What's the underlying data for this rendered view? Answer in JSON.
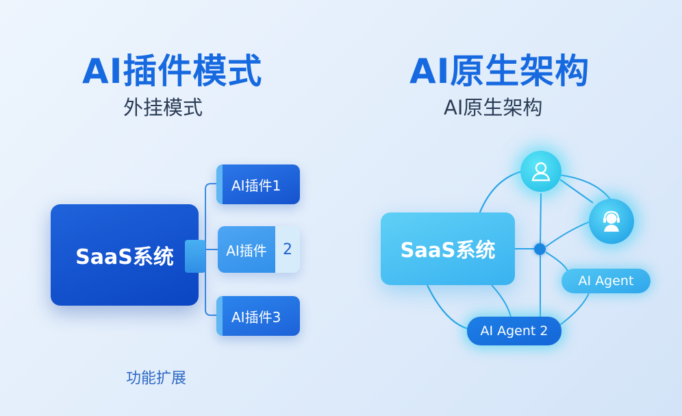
{
  "left_panel": {
    "title": "AI插件模式",
    "subtitle": "外挂模式",
    "core_label": "SaaS系统",
    "plugin_1": "AI插件1",
    "plugin_2_main": "AI插件",
    "plugin_2_num": "2",
    "plugin_3": "AI插件3",
    "caption": "功能扩展"
  },
  "right_panel": {
    "title": "AI原生架构",
    "subtitle": "AI原生架构",
    "core_label": "SaaS系统",
    "agent_1": "AI Agent",
    "agent_2": "AI Agent 2"
  },
  "icons": {
    "avatar_1": "user-icon",
    "avatar_2": "headset-agent-icon"
  },
  "colors": {
    "title_blue": "#1769e0",
    "dark_blue_box": "#0b45c2",
    "light_cyan_box": "#39b2f0",
    "glow_cyan": "#37d7f5"
  }
}
